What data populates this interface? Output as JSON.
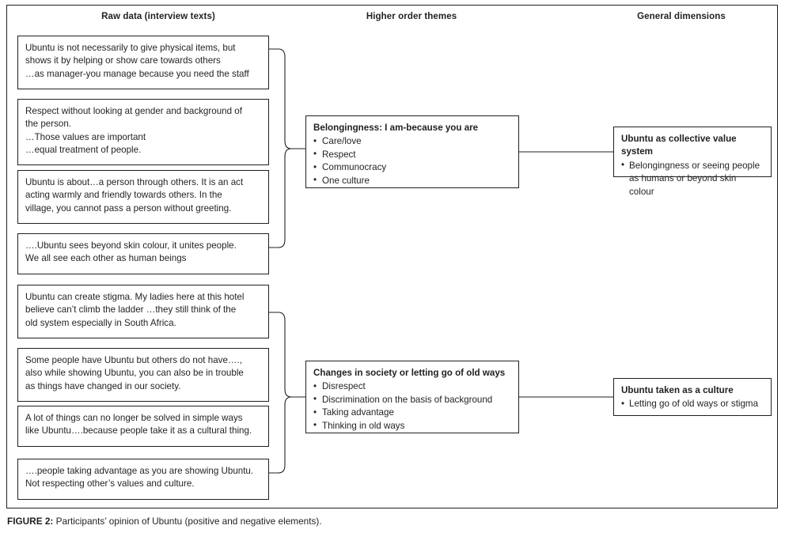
{
  "figure": {
    "caption_label": "FIGURE 2:",
    "caption_text": "Participants’ opinion of Ubuntu (positive and negative elements).",
    "border_color": "#231f20",
    "background_color": "#ffffff"
  },
  "columns": {
    "raw_data_header": "Raw data (interview texts)",
    "higher_order_header": "Higher order themes",
    "general_dimensions_header": "General dimensions"
  },
  "raw_data_boxes": [
    {
      "id": "raw-1",
      "lines": [
        "Ubuntu is not necessarily to give physical items, but",
        "shows it by helping or show care towards others",
        "…as manager-you manage because you need the staff"
      ]
    },
    {
      "id": "raw-2",
      "lines": [
        "Respect without looking at gender and background of",
        "the person.",
        "…Those values are important",
        "…equal treatment of people."
      ]
    },
    {
      "id": "raw-3",
      "lines": [
        "Ubuntu is about…a person through others. It is an act",
        "acting warmly and friendly towards others. In the",
        "village, you cannot pass a person without greeting."
      ]
    },
    {
      "id": "raw-4",
      "lines": [
        "….Ubuntu sees beyond skin colour, it unites people.",
        "We all see each other as human beings"
      ]
    },
    {
      "id": "raw-5",
      "lines": [
        "Ubuntu can create stigma. My ladies here at this hotel",
        "believe can’t climb the ladder …they still think of the",
        "old system especially in South Africa."
      ]
    },
    {
      "id": "raw-6",
      "lines": [
        "Some people have Ubuntu but others do not have….,",
        "also while showing Ubuntu, you can also be in trouble",
        "as things have changed in our society."
      ]
    },
    {
      "id": "raw-7",
      "lines": [
        "A lot of things can no longer be solved in simple ways",
        "like Ubuntu….because people take it as a cultural thing."
      ]
    },
    {
      "id": "raw-8",
      "lines": [
        "….people taking advantage as you are showing Ubuntu.",
        "Not respecting other’s values and culture."
      ]
    }
  ],
  "higher_order_themes": [
    {
      "id": "theme-1",
      "title": "Belongingness: I am-because you are",
      "bullets": [
        "Care/love",
        "Respect",
        "Communocracy",
        "One culture"
      ]
    },
    {
      "id": "theme-2",
      "title": "Changes in society or letting go of old ways",
      "bullets": [
        "Disrespect",
        "Discrimination on the basis of background",
        "Taking advantage",
        "Thinking in old ways"
      ]
    }
  ],
  "general_dimensions": [
    {
      "id": "dim-1",
      "title": "Ubuntu as collective value system",
      "bullets": [
        "Belongingness or seeing people as humans or beyond skin colour"
      ]
    },
    {
      "id": "dim-2",
      "title": "Ubuntu taken as a culture",
      "bullets": [
        "Letting go of old ways or stigma"
      ]
    }
  ]
}
